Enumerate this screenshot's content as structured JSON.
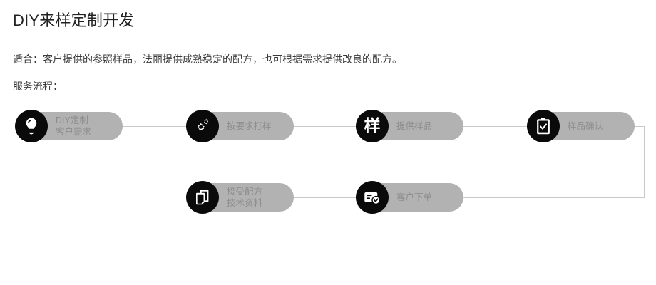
{
  "page": {
    "title": "DIY来样定制开发",
    "intro": "适合：客户提供的参照样品，法丽提供成熟稳定的配方，也可根据需求提供改良的配方。",
    "flow_label": "服务流程："
  },
  "colors": {
    "badge": "#0a0a0a",
    "pill": "#b2b2b2",
    "pill_text": "#8d8d8d",
    "connector": "#c9c9c9",
    "title_text": "#222222",
    "body_text": "#3a3a3a",
    "background": "#ffffff"
  },
  "flow": {
    "row1": [
      {
        "icon": "lightbulb-icon",
        "lines": [
          "DIY定制",
          "客户需求"
        ]
      },
      {
        "icon": "gears-icon",
        "lines": [
          "按要求打样"
        ]
      },
      {
        "icon": "sample-char-icon",
        "glyph": "样",
        "lines": [
          "提供样品"
        ]
      },
      {
        "icon": "clipboard-check-icon",
        "lines": [
          "样品确认"
        ]
      }
    ],
    "row2": [
      {
        "icon": "documents-icon",
        "lines": [
          "接受配方",
          "技术资料"
        ]
      },
      {
        "icon": "order-check-icon",
        "lines": [
          "客户下单"
        ]
      }
    ]
  }
}
